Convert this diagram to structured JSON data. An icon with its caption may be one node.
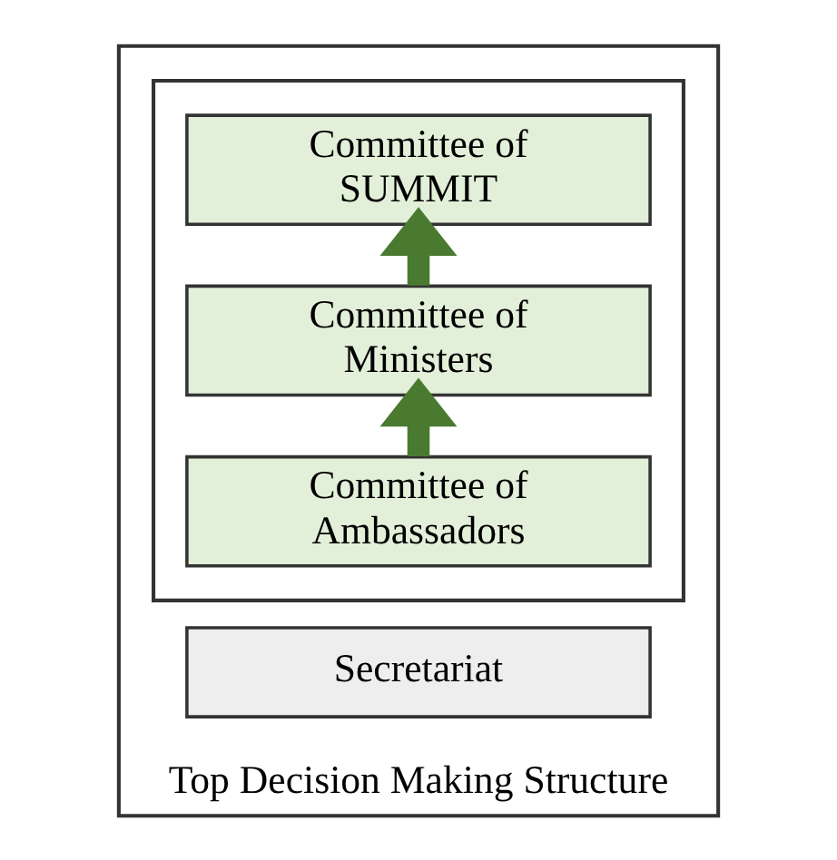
{
  "diagram": {
    "nodes": [
      {
        "text": [
          "Top Decision Making Structure"
        ]
      },
      {
        "text": [],
        "shape": "box",
        "in": 0
      },
      {
        "text": [
          "Committee of SUMMIT"
        ],
        "in": 1
      },
      {
        "text": [
          "Committee of Ministers"
        ],
        "in": 1
      },
      {
        "text": [
          "Committee of Ambassadors"
        ],
        "in": 1
      },
      {
        "text": [
          "Secretariat"
        ],
        "in": 0
      }
    ],
    "edges": [
      {
        "from": 4,
        "to": 3,
        "arrow": "to"
      },
      {
        "from": 3,
        "to": 2,
        "arrow": "to"
      }
    ]
  }
}
